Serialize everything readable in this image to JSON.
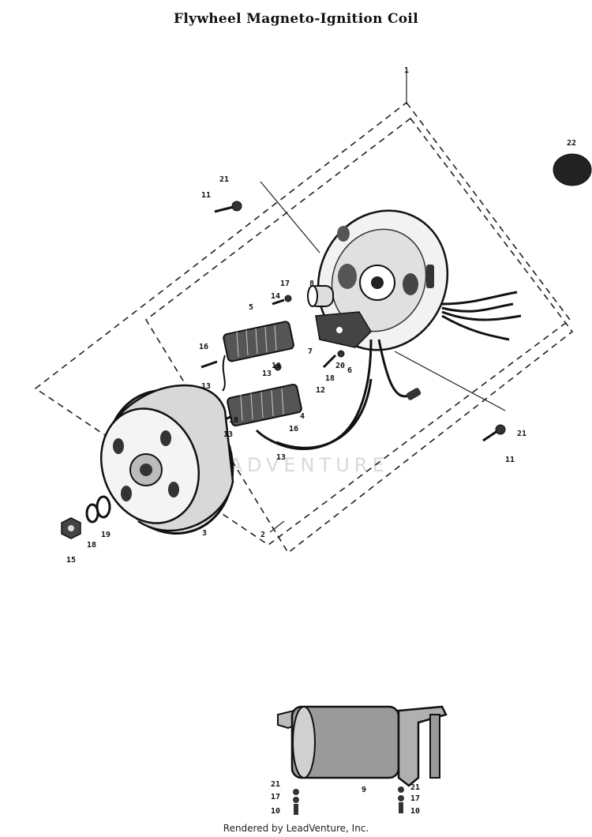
{
  "title": "Flywheel Magneto-Ignition Coil",
  "watermark": "LEADVENTURE",
  "footer": "Rendered by LeadVenture, Inc.",
  "callouts": [
    {
      "id": "c1",
      "text": "1"
    },
    {
      "id": "c22",
      "text": "22"
    },
    {
      "id": "c21a",
      "text": "21"
    },
    {
      "id": "c11a",
      "text": "11"
    },
    {
      "id": "c17a",
      "text": "17"
    },
    {
      "id": "c8",
      "text": "8"
    },
    {
      "id": "c14",
      "text": "14"
    },
    {
      "id": "c5",
      "text": "5"
    },
    {
      "id": "c16a",
      "text": "16"
    },
    {
      "id": "c7",
      "text": "7"
    },
    {
      "id": "c20",
      "text": "20"
    },
    {
      "id": "c6",
      "text": "6"
    },
    {
      "id": "c19a",
      "text": "19"
    },
    {
      "id": "c13a",
      "text": "13"
    },
    {
      "id": "c13b",
      "text": "13"
    },
    {
      "id": "c18a",
      "text": "18"
    },
    {
      "id": "c12",
      "text": "12"
    },
    {
      "id": "c4",
      "text": "4"
    },
    {
      "id": "c18b",
      "text": "18"
    },
    {
      "id": "c16b",
      "text": "16"
    },
    {
      "id": "c13c",
      "text": "13"
    },
    {
      "id": "c13d",
      "text": "13"
    },
    {
      "id": "c21b",
      "text": "21"
    },
    {
      "id": "c11b",
      "text": "11"
    },
    {
      "id": "c3",
      "text": "3"
    },
    {
      "id": "c2",
      "text": "2"
    },
    {
      "id": "c15",
      "text": "15"
    },
    {
      "id": "c18c",
      "text": "18"
    },
    {
      "id": "c19b",
      "text": "19"
    },
    {
      "id": "c21c",
      "text": "21"
    },
    {
      "id": "c17b",
      "text": "17"
    },
    {
      "id": "c10a",
      "text": "10"
    },
    {
      "id": "c9",
      "text": "9"
    },
    {
      "id": "c21d",
      "text": "21"
    },
    {
      "id": "c17c",
      "text": "17"
    },
    {
      "id": "c10b",
      "text": "10"
    }
  ]
}
